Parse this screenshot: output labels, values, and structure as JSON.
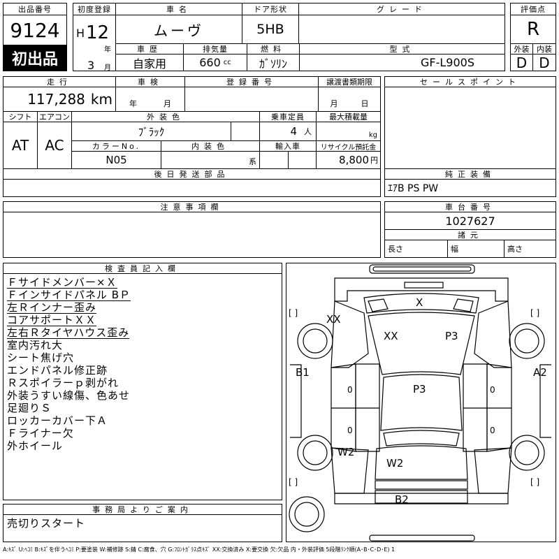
{
  "header": {
    "lot_label": "出品番号",
    "lot_number": "9124",
    "first_listing": "初出品",
    "reg_label": "初度登録",
    "reg_era": "H",
    "reg_year": "12",
    "reg_year_unit": "年",
    "reg_month": "3",
    "reg_month_unit": "月",
    "name_label": "車名",
    "name_value": "ムーヴ",
    "door_label": "ドア形状",
    "door_value": "5HB",
    "grade_label": "グレード",
    "grade_value": "",
    "score_label": "評価点",
    "score_value": "R",
    "history_label": "車歴",
    "history_value": "自家用",
    "displacement_label": "排気量",
    "displacement_value": "660",
    "displacement_unit": "cc",
    "fuel_label": "燃料",
    "fuel_value": "ｶﾞｿﾘﾝ",
    "model_label": "型式",
    "model_value": "GF-L900S",
    "ext_label": "外装",
    "ext_value": "D",
    "int_label": "内装",
    "int_value": "D"
  },
  "mid": {
    "mileage_label": "走行",
    "mileage_value": "117,288",
    "mileage_unit": "km",
    "inspection_label": "車検",
    "inspection_year": "年",
    "inspection_month": "月",
    "plate_label": "登録番号",
    "plate_value": "",
    "transfer_label": "譲渡書類期限",
    "transfer_month": "月",
    "transfer_day": "日",
    "sales_label": "セールスポイント",
    "shift_label": "シフト",
    "shift_value": "AT",
    "ac_label": "エアコン",
    "ac_value": "AC",
    "color_label": "外装色",
    "color_value": "ﾌﾞﾗｯｸ",
    "seats_label": "乗車定員",
    "seats_value": "4",
    "seats_unit": "人",
    "load_label": "最大積載量",
    "load_unit": "kg",
    "colorno_label": "カラーNo.",
    "colorno_value": "N05",
    "interior_label": "内装色",
    "interior_unit": "系",
    "import_label": "輸入車",
    "recycle_label": "リサイクル預託金",
    "recycle_value": "8,800",
    "recycle_unit": "円",
    "later_label": "後日発送部品",
    "equip_label": "純正装備",
    "equip_value": "ｴｱB PS PW",
    "caution_label": "注意事項欄",
    "chassis_label": "車台番号",
    "chassis_value": "1027627",
    "dims_label": "諸元",
    "len_label": "長さ",
    "width_label": "幅",
    "height_label": "高さ"
  },
  "inspector": {
    "label": "検査員記入欄",
    "notes": [
      "Ｆサイドメンバー×Ｘ",
      "Ｆインサイドパネル BＰ",
      "左Ｒインナー歪み",
      "コアサポートＸＸ",
      "左右Ｒタイヤハウス歪み",
      "室内汚れ大",
      "シート焦げ穴",
      "エンドパネル修正跡",
      "Ｒスポイラーｐ剥がれ",
      "外装うすい線傷、色あせ",
      "足廻りＳ",
      "ロッカーカバー下Ａ",
      "Ｆライナー欠",
      "外ホイール"
    ]
  },
  "office": {
    "label": "事務局よりご案内",
    "text": "売切りスタート"
  },
  "diagram": {
    "marks": [
      "X",
      "XX",
      "XX",
      "P3",
      "B1",
      "A2",
      "P3",
      "W2",
      "W2",
      "B2"
    ],
    "bracket": "[ ]",
    "zero": "0"
  },
  "legend": "A:ｷｽﾞ U:ﾍｺﾐ B:ｷｽﾞを伴うﾍｺﾐ P:要塗装 W:補修跡 S:錆 C:腐食、穴 G:ﾌﾛﾝﾄｶﾞﾗｽ点ｷｽﾞ XX:交換済み X:要交換 欠:欠品 内・外装評価 5段階ﾗﾝｸ順(A･B･C･D･E) 1"
}
